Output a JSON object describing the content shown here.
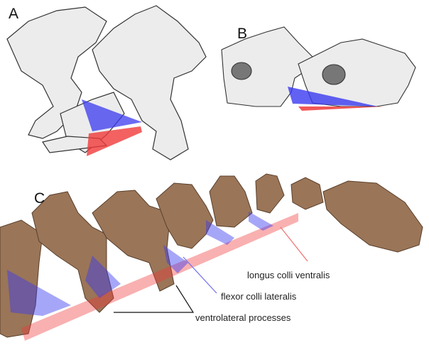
{
  "panels": {
    "a": "A",
    "b": "B",
    "c": "C"
  },
  "labels": {
    "longus": "longus colli ventralis",
    "flexor": "flexor colli lateralis",
    "processes": "ventrolateral processes"
  },
  "colors": {
    "blue": "#3a3af0",
    "red": "#f03a3a",
    "bone": "#9a7558",
    "sketch": "#e8e8e8"
  }
}
